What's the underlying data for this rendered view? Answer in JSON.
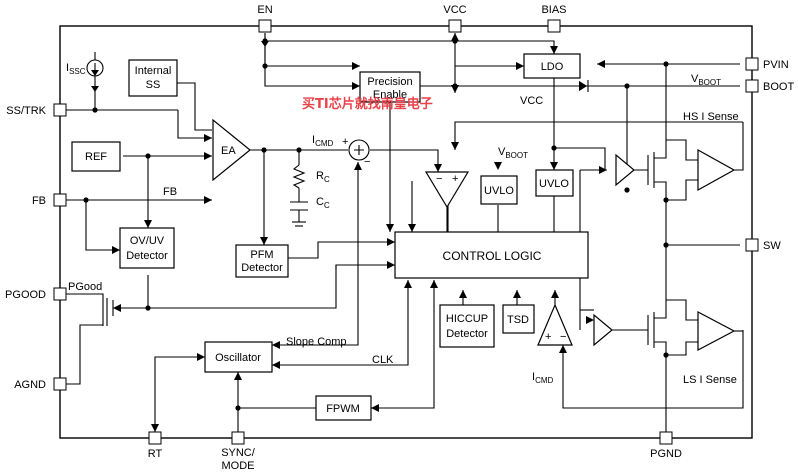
{
  "pins": {
    "en": "EN",
    "vcc": "VCC",
    "bias": "BIAS",
    "pvin": "PVIN",
    "boot": "BOOT",
    "ss_trk": "SS/TRK",
    "fb": "FB",
    "pgood": "PGOOD",
    "agnd": "AGND",
    "sw": "SW",
    "rt": "RT",
    "sync_mode_line1": "SYNC/",
    "sync_mode_line2": "MODE",
    "pgnd": "PGND"
  },
  "blocks": {
    "internal_ss_line1": "Internal",
    "internal_ss_line2": "SS",
    "ref": "REF",
    "ea": "EA",
    "precision_enable_line1": "Precision",
    "precision_enable_line2": "Enable",
    "ldo": "LDO",
    "ovuv_line1": "OV/UV",
    "ovuv_line2": "Detector",
    "pfm_line1": "PFM",
    "pfm_line2": "Detector",
    "control_logic": "CONTROL LOGIC",
    "uvlo_left": "UVLO",
    "uvlo_right": "UVLO",
    "hiccup_line1": "HICCUP",
    "hiccup_line2": "Detector",
    "tsd": "TSD",
    "oscillator": "Oscillator",
    "fpwm": "FPWM"
  },
  "labels": {
    "issc_main": "I",
    "issc_sub": "SSC",
    "icmd_main": "I",
    "icmd_sub": "CMD",
    "icmd_bottom_main": "I",
    "icmd_bottom_sub": "CMD",
    "rc_main": "R",
    "rc_sub": "C",
    "cc_main": "C",
    "cc_sub": "C",
    "vboot_top_main": "V",
    "vboot_top_sub": "BOOT",
    "vboot_mid_main": "V",
    "vboot_mid_sub": "BOOT",
    "vcc_inner": "VCC",
    "fb_inner": "FB",
    "pgood_inner": "PGood",
    "slope_comp": "Slope Comp",
    "clk": "CLK",
    "hs_sense": "HS I Sense",
    "ls_sense": "LS I Sense",
    "plus": "+",
    "minus": "−"
  },
  "watermark": "买TI芯片就找南皇电子"
}
